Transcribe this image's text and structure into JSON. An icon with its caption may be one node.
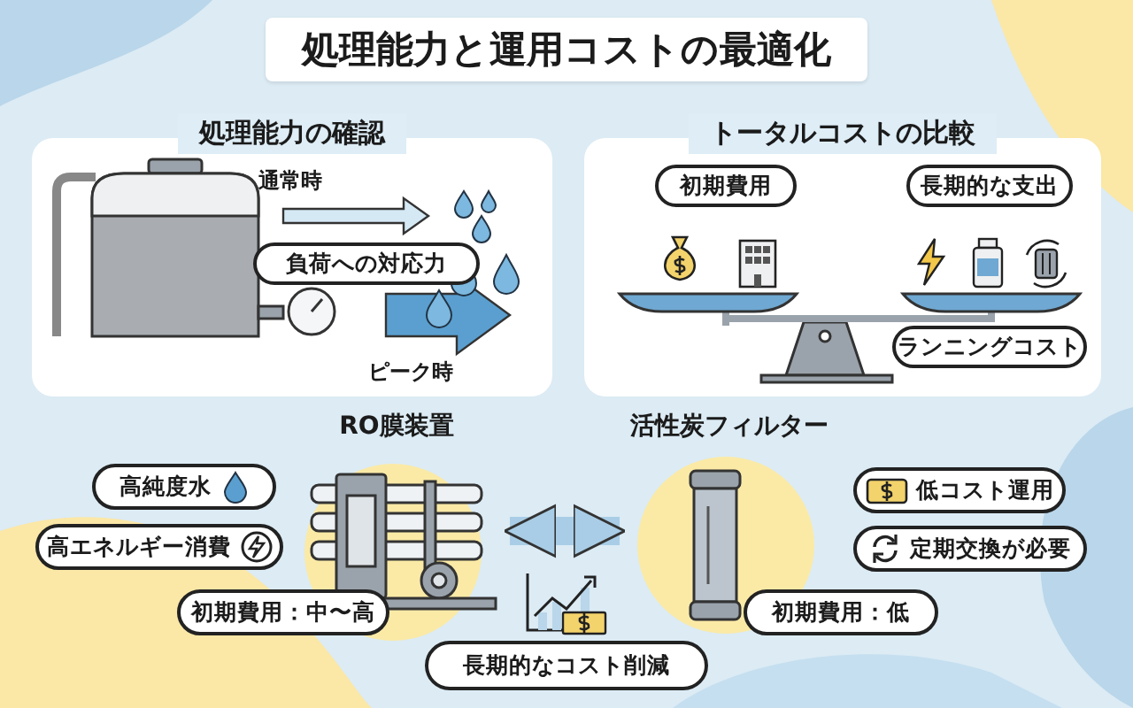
{
  "diagram": {
    "title": "処理能力と運用コストの最適化",
    "nodes": [
      {
        "text": [
          "処理能力の確認"
        ]
      },
      {
        "text": [
          "トータルコストの比較"
        ]
      },
      {
        "text": [
          "負荷への対応力"
        ],
        "in": 0
      },
      {
        "text": [
          "初期費用"
        ],
        "in": 1
      },
      {
        "text": [
          "長期的な支出"
        ],
        "in": 1
      },
      {
        "text": [
          "ランニングコスト"
        ],
        "in": 1
      },
      {
        "text": [
          "RO膜装置"
        ]
      },
      {
        "text": [
          "活性炭フィルター"
        ]
      },
      {
        "text": [
          "高純度水"
        ]
      },
      {
        "text": [
          "高エネルギー消費"
        ]
      },
      {
        "text": [
          "初期費用：中〜高"
        ]
      },
      {
        "text": [
          "低コスト運用"
        ]
      },
      {
        "text": [
          "定期交換が必要"
        ]
      },
      {
        "text": [
          "初期費用：低"
        ]
      },
      {
        "text": [
          "長期的なコスト削減"
        ]
      }
    ],
    "edges": [
      {
        "from": 6,
        "to": 7,
        "arrow": "both"
      }
    ],
    "labels": [
      "通常時",
      "ピーク時"
    ]
  }
}
